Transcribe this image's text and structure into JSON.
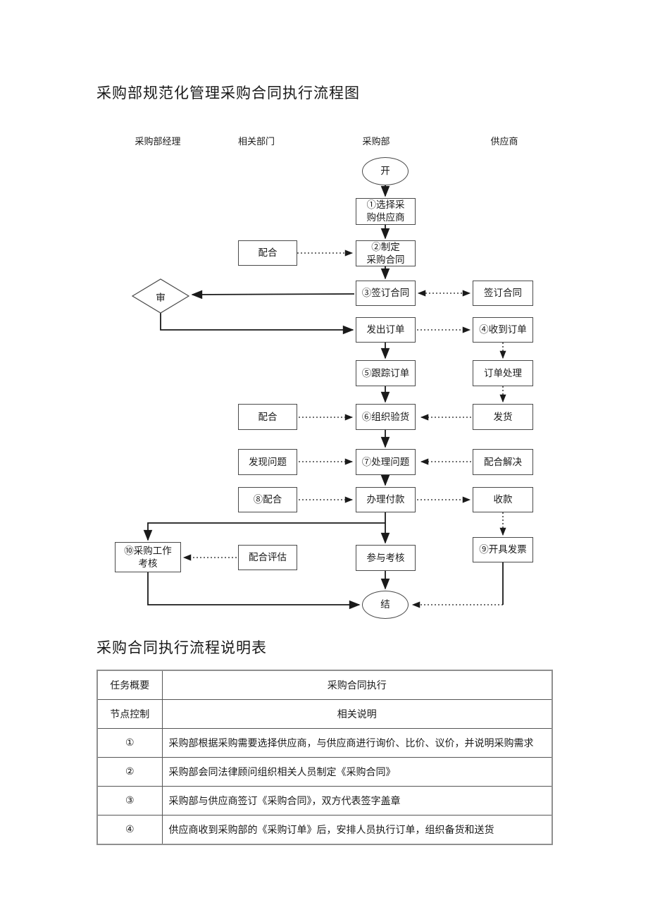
{
  "page": {
    "title": "采购部规范化管理采购合同执行流程图",
    "table_title": "采购合同执行流程说明表"
  },
  "flowchart": {
    "lanes": {
      "manager": "采购部经理",
      "related": "相关部门",
      "purchasing": "采购部",
      "supplier": "供应商"
    },
    "nodes": {
      "start": "开",
      "select_supplier": "①选择采\n购供应商",
      "draft_contract": "②制定\n采购合同",
      "sign_contract": "③签订合同",
      "issue_order": "发出订单",
      "track_order": "⑤跟踪订单",
      "organize_inspection": "⑥组织验货",
      "handle_problems": "⑦处理问题",
      "handle_payment": "办理付款",
      "join_assessment": "参与考核",
      "end": "结",
      "review": "审",
      "work_assessment": "⑩采购工作\n考核",
      "cooperate1": "配合",
      "cooperate2": "配合",
      "find_problems": "发现问题",
      "cooperate3": "⑧配合",
      "cooperate_evaluate": "配合评估",
      "supplier_sign": "签订合同",
      "receive_order": "④收到订单",
      "process_order": "订单处理",
      "ship_goods": "发货",
      "cooperate_solve": "配合解决",
      "collect_payment": "收款",
      "issue_invoice": "⑨开具发票"
    }
  },
  "table": {
    "rows": [
      {
        "c1": "任务概要",
        "c2": "采购合同执行"
      },
      {
        "c1": "节点控制",
        "c2": "相关说明"
      },
      {
        "c1": "①",
        "c2": "采购部根据采购需要选择供应商，与供应商进行询价、比价、议价，并说明采购需求"
      },
      {
        "c1": "②",
        "c2": "采购部会同法律顾问组织相关人员制定《采购合同》"
      },
      {
        "c1": "③",
        "c2": "采购部与供应商签订《采购合同》，双方代表签字盖章"
      },
      {
        "c1": "④",
        "c2": "供应商收到采购部的《采购订单》后，安排人员执行订单，组织备货和送货"
      }
    ]
  }
}
